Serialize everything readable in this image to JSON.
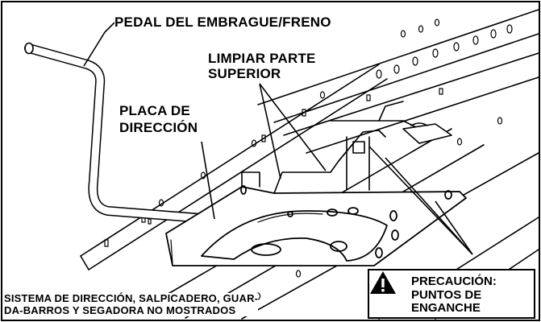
{
  "labels": {
    "pedal": "PEDAL DEL EMBRAGUE/FRENO",
    "clean_top": [
      "LIMPIAR PARTE",
      "SUPERIOR"
    ],
    "steering_plate": [
      "PLACA DE",
      "DIRECCIÓN"
    ],
    "not_shown": [
      "SISTEMA DE DIRECCIÓN, SALPICADERO, GUAR-",
      "DA-BARROS Y SEGADORA NO MOSTRADOS"
    ]
  },
  "caution": {
    "icon": "warning-triangle-icon",
    "lines": [
      "PRECAUCIÓN:",
      "PUNTOS DE",
      "ENGANCHE"
    ]
  }
}
